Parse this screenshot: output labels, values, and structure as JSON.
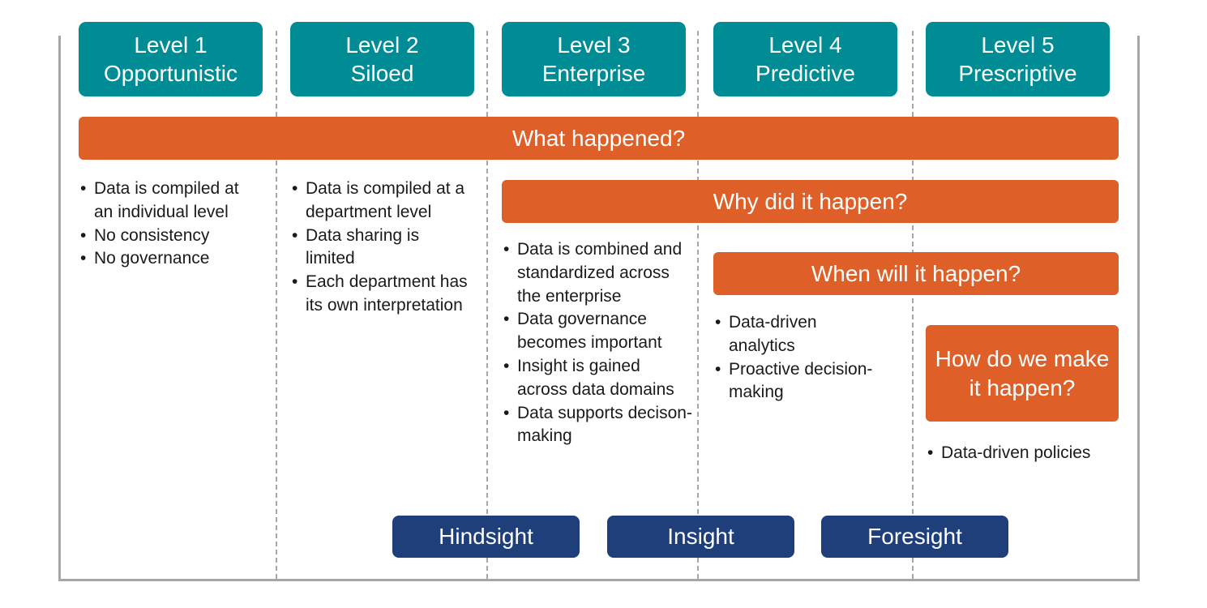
{
  "levels": [
    {
      "number": "Level 1",
      "name": "Opportunistic"
    },
    {
      "number": "Level 2",
      "name": "Siloed"
    },
    {
      "number": "Level 3",
      "name": "Enterprise"
    },
    {
      "number": "Level 4",
      "name": "Predictive"
    },
    {
      "number": "Level 5",
      "name": "Prescriptive"
    }
  ],
  "questions": {
    "what": "What happened?",
    "why": "Why did it happen?",
    "when": "When will it happen?",
    "how_line1": "How do we make",
    "how_line2": "it happen?"
  },
  "bullets": {
    "level1": [
      "Data is compiled at an individual level",
      "No consistency",
      "No governance"
    ],
    "level2": [
      "Data is compiled at a department level",
      "Data sharing is limited",
      "Each department has its own interpretation"
    ],
    "level3": [
      "Data is combined and standardized across the enterprise",
      "Data governance becomes important",
      "Insight is gained across data domains",
      "Data supports decison-making"
    ],
    "level4": [
      "Data-driven analytics",
      "Proactive decision-making"
    ],
    "level5": [
      "Data-driven policies"
    ]
  },
  "sights": [
    "Hindsight",
    "Insight",
    "Foresight"
  ],
  "colors": {
    "level_header": "#008c94",
    "question_bar": "#de5f27",
    "sight_box": "#1e3f7a",
    "frame": "#a6a6a6"
  }
}
